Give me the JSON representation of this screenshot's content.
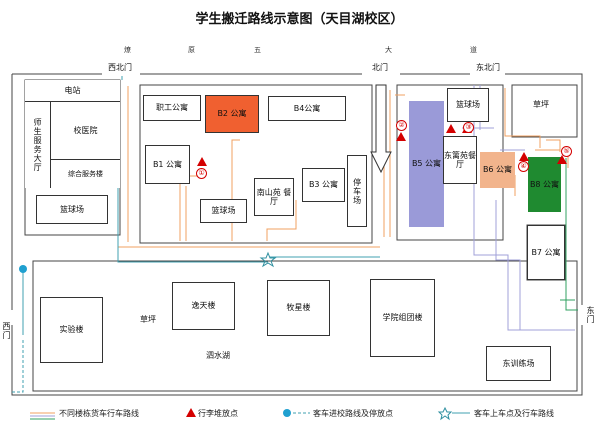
{
  "title": "学生搬迁路线示意图（天目湖校区）",
  "road_name": [
    "燎",
    "原",
    "五",
    "大",
    "道"
  ],
  "gates": {
    "west_north": "西北门",
    "north": "北门",
    "east_north": "东北门",
    "west": "西门",
    "east": "东门"
  },
  "buildings": {
    "power": "电站",
    "hospital": "校医院",
    "service_hall": "师生服务大厅",
    "general_building": "综合服务楼",
    "basketball_left": "篮球场",
    "staff_apartment": "职工公寓",
    "b2": "B2 公寓",
    "b4": "B4公寓",
    "b1": "B1 公寓",
    "basketball_mid": "篮球场",
    "nanshan": "南山苑 餐厅",
    "b3": "B3 公寓",
    "parking": "停车场",
    "b5": "B5 公寓",
    "basketball_right": "篮球场",
    "dongrui": "东篱苑餐厅",
    "b6": "B6 公寓",
    "grass_top": "草坪",
    "b8": "B8 公寓",
    "b7": "B7 公寓",
    "lab": "实验楼",
    "grass_mid": "草坪",
    "yitian": "逸天楼",
    "muxing": "牧星楼",
    "college": "学院组团楼",
    "lake": "泗水湖",
    "training": "东训练场"
  },
  "markers": [
    "①",
    "②",
    "③",
    "④",
    "⑤"
  ],
  "legend": {
    "truck_route": "不同楼栋货车行车路线",
    "luggage_point": "行李堆放点",
    "bus_route_in": "客车进校路线及停放点",
    "bus_boarding": "客车上车点及行车路线"
  },
  "colors": {
    "b2": "#f06030",
    "b5": "#9a9ad8",
    "b6": "#f2b48c",
    "b8": "#1f8a30",
    "marker": "#d40000"
  }
}
